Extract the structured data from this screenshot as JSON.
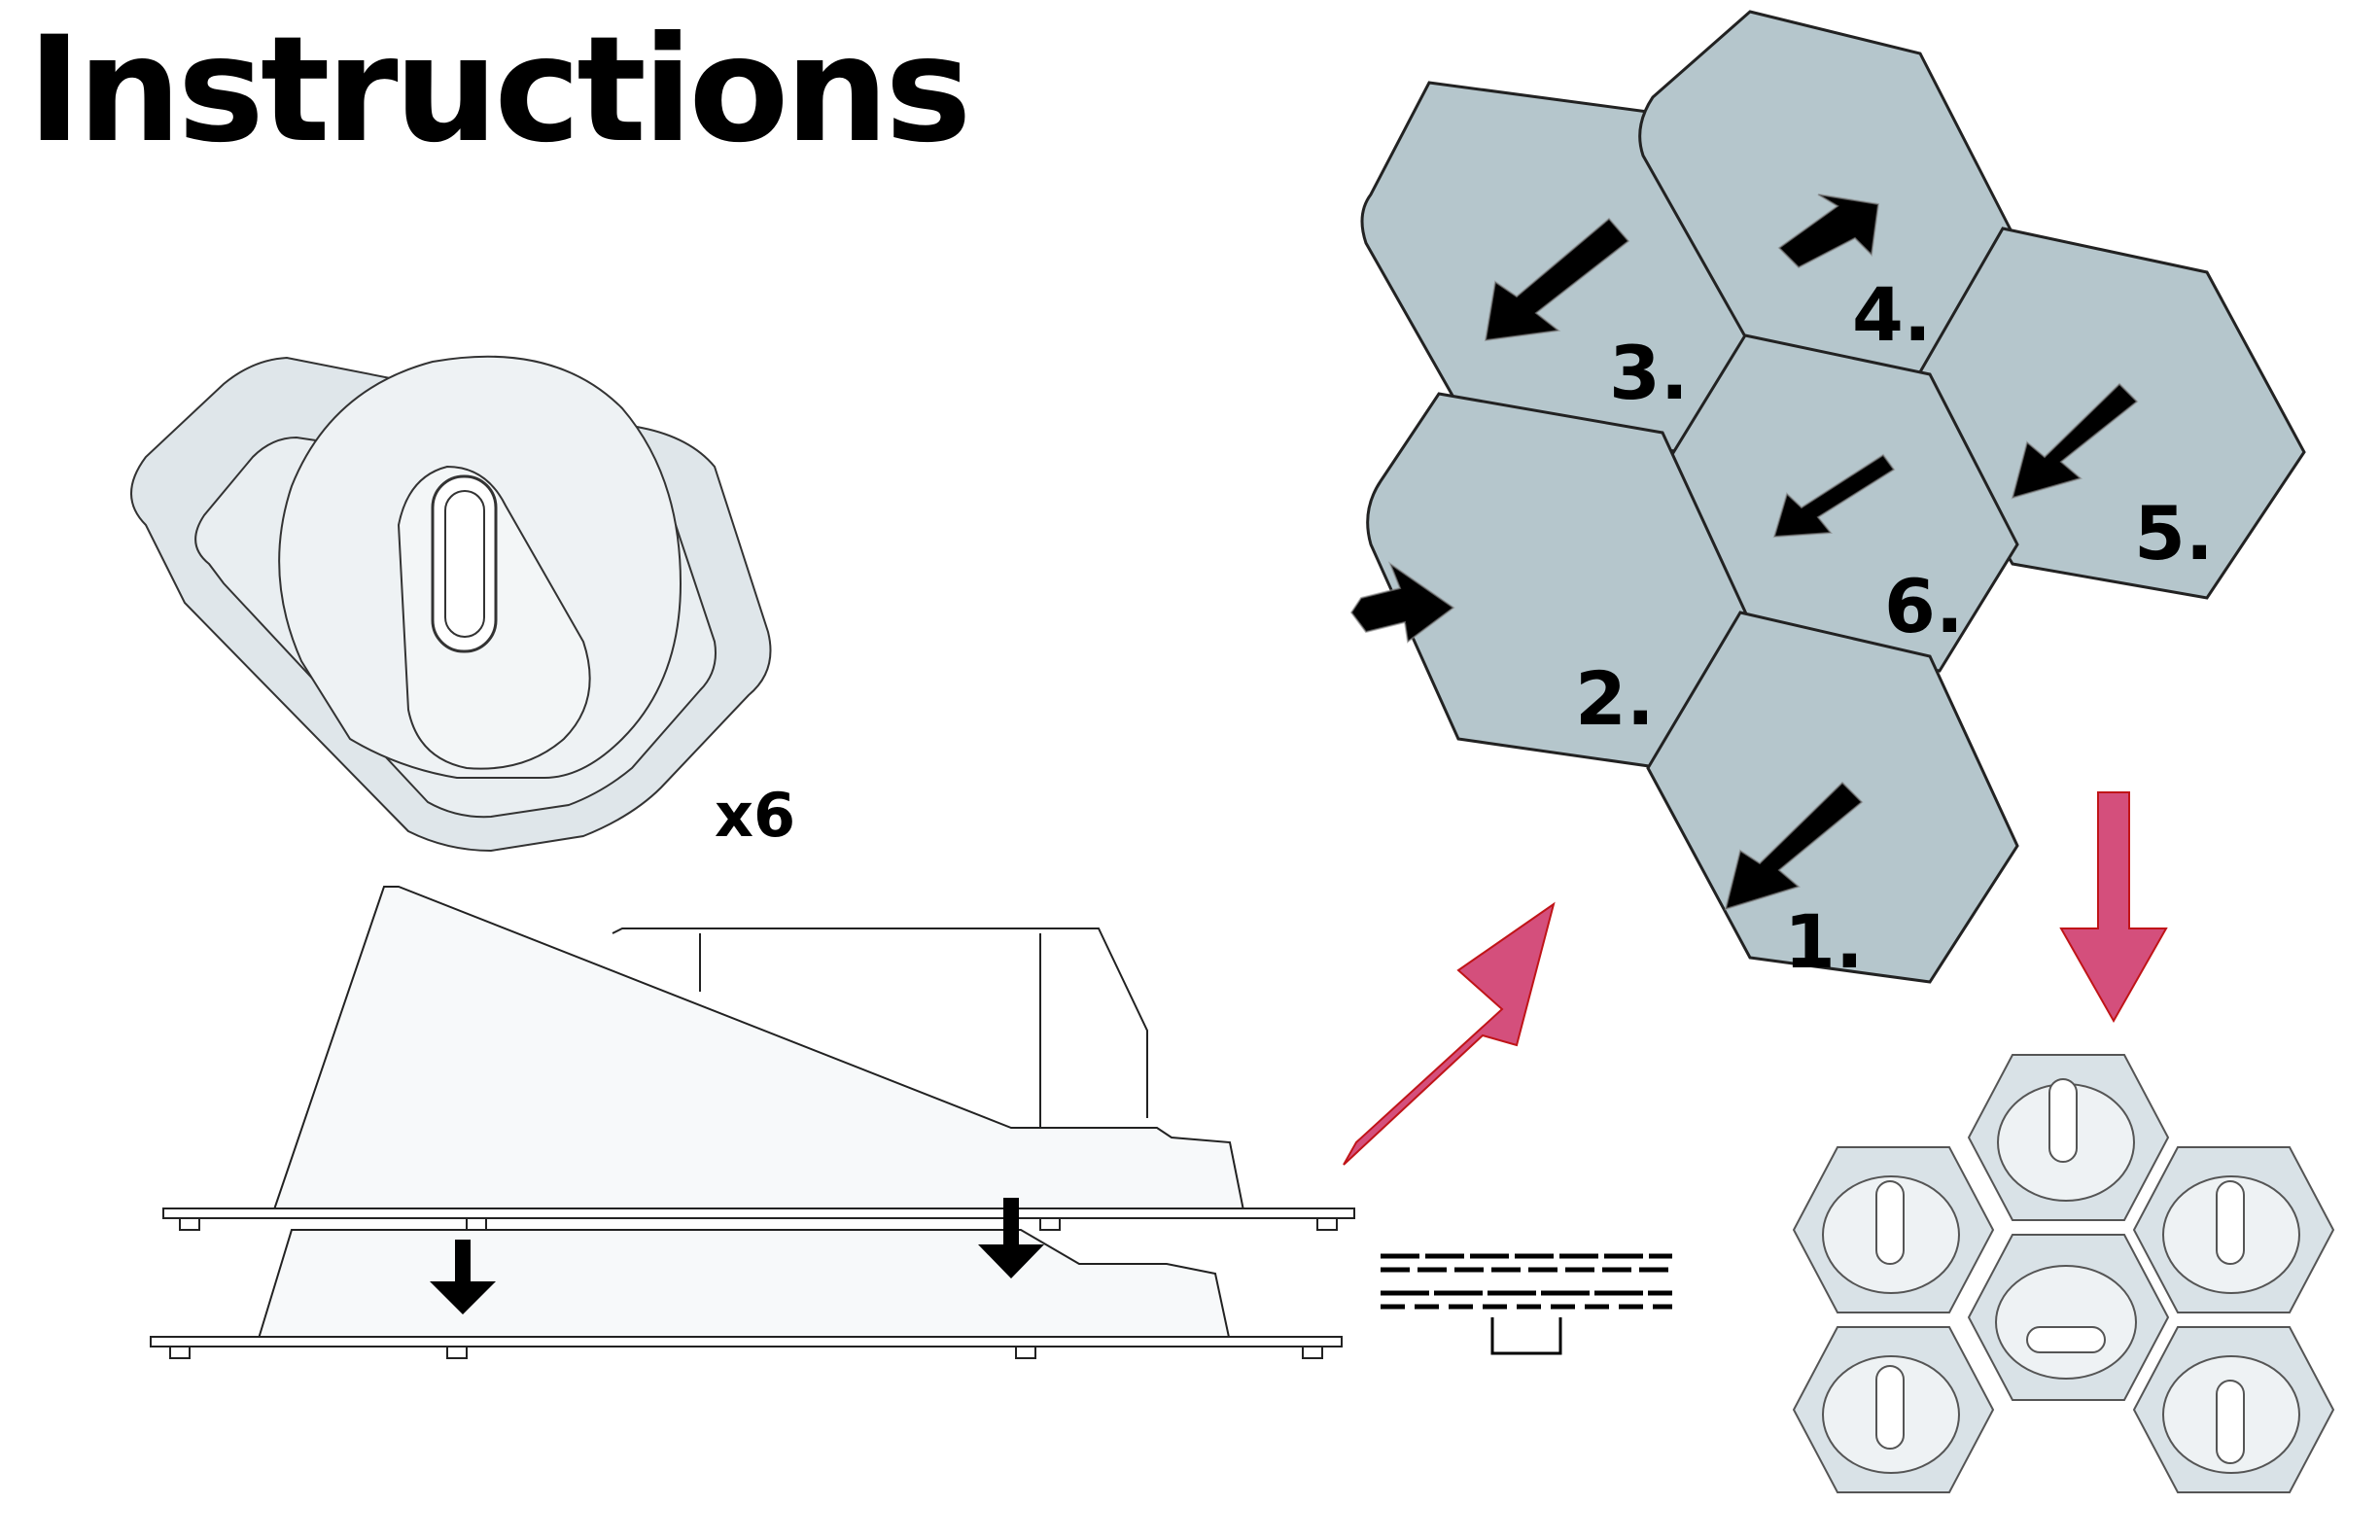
{
  "title": "Instructions",
  "quantity_label": "x6",
  "step_labels": [
    "1.",
    "2.",
    "3.",
    "4.",
    "5.",
    "6."
  ],
  "colors": {
    "panel_fill": "#b5c6cc",
    "panel_stroke": "#222222",
    "part_fill": "#dfe6ea",
    "part_light": "#eef2f4",
    "pink_arrow": "#d44f7c",
    "pink_stroke": "#c01418",
    "black": "#000000"
  },
  "icons": [
    "cup-holder-part",
    "stack-side-view",
    "hex-panel",
    "placement-arrow",
    "pink-process-arrow",
    "assembled-cluster",
    "spacer-detail"
  ]
}
